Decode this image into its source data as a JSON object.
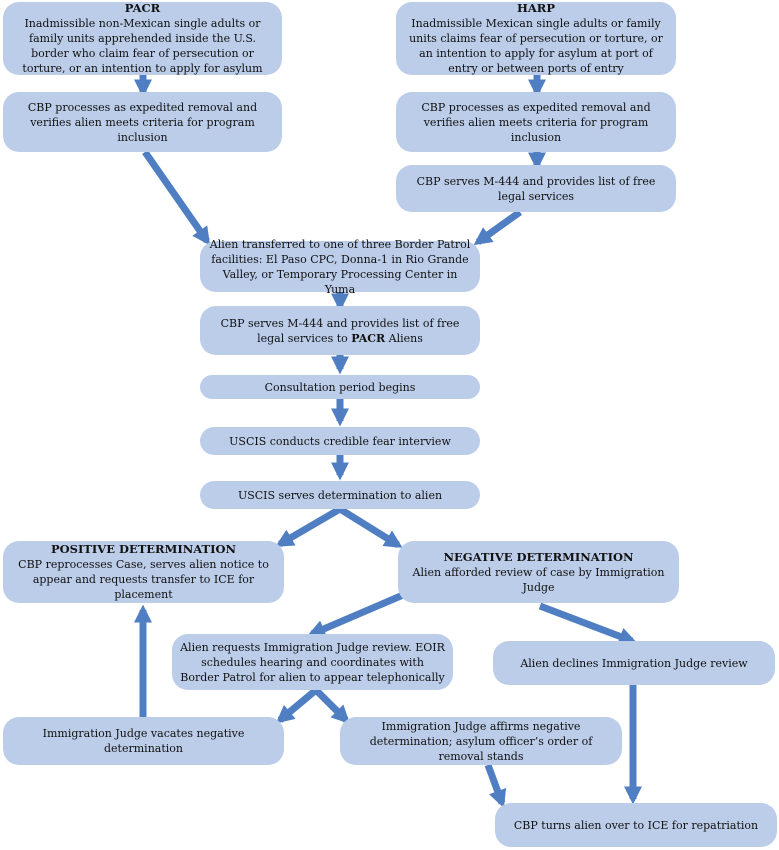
{
  "colors": {
    "box_fill": "#bccde9",
    "arrow": "#4f7fc2",
    "text": "#111111"
  },
  "nodes": {
    "pacr": {
      "title": "PACR",
      "text": "Inadmissible non-Mexican single adults or family units apprehended inside the U.S. border who claim fear of persecution or torture, or an intention to apply for asylum"
    },
    "harp": {
      "title": "HARP",
      "text": "Inadmissible Mexican single adults or family units claims fear of persecution or torture, or an intention to apply for asylum at port of entry or between ports of entry"
    },
    "pacr_processes": {
      "text": "CBP processes as expedited removal and verifies alien meets criteria for program inclusion"
    },
    "harp_processes": {
      "text": "CBP processes as expedited removal and verifies alien meets criteria for program inclusion"
    },
    "harp_m444": {
      "text": "CBP serves M-444 and provides list of free legal services"
    },
    "transferred": {
      "text": "Alien transferred to one of three Border Patrol facilities:  El Paso CPC, Donna-1 in Rio Grande Valley, or Temporary Processing Center in Yuma"
    },
    "pacr_m444": {
      "text_before": "CBP serves M-444 and provides list of free legal services to ",
      "text_bold": "PACR",
      "text_after": " Aliens"
    },
    "consultation": {
      "text": "Consultation period begins"
    },
    "interview": {
      "text": "USCIS conducts credible fear interview"
    },
    "serves_determination": {
      "text": "USCIS serves determination to alien"
    },
    "positive": {
      "title": "POSITIVE DETERMINATION",
      "text": "CBP reprocesses Case, serves alien notice to appear and requests transfer to ICE for placement"
    },
    "negative": {
      "title": "NEGATIVE DETERMINATION",
      "text": "Alien afforded review of case by Immigration Judge"
    },
    "requests_review": {
      "text": "Alien requests Immigration Judge review.  EOIR schedules hearing and coordinates with Border Patrol for alien to appear telephonically"
    },
    "declines_review": {
      "text": "Alien declines Immigration Judge review"
    },
    "vacates": {
      "text": "Immigration Judge vacates negative determination"
    },
    "affirms": {
      "text": "Immigration Judge affirms negative determination; asylum officer’s order of removal stands"
    },
    "repatriation": {
      "text": "CBP turns alien over to ICE for repatriation"
    }
  },
  "edges": [
    [
      "pacr",
      "pacr_processes"
    ],
    [
      "harp",
      "harp_processes"
    ],
    [
      "harp_processes",
      "harp_m444"
    ],
    [
      "pacr_processes",
      "transferred"
    ],
    [
      "harp_m444",
      "transferred"
    ],
    [
      "transferred",
      "pacr_m444"
    ],
    [
      "pacr_m444",
      "consultation"
    ],
    [
      "consultation",
      "interview"
    ],
    [
      "interview",
      "serves_determination"
    ],
    [
      "serves_determination",
      "positive"
    ],
    [
      "serves_determination",
      "negative"
    ],
    [
      "negative",
      "requests_review"
    ],
    [
      "negative",
      "declines_review"
    ],
    [
      "requests_review",
      "vacates"
    ],
    [
      "requests_review",
      "affirms"
    ],
    [
      "vacates",
      "positive"
    ],
    [
      "affirms",
      "repatriation"
    ],
    [
      "declines_review",
      "repatriation"
    ]
  ]
}
